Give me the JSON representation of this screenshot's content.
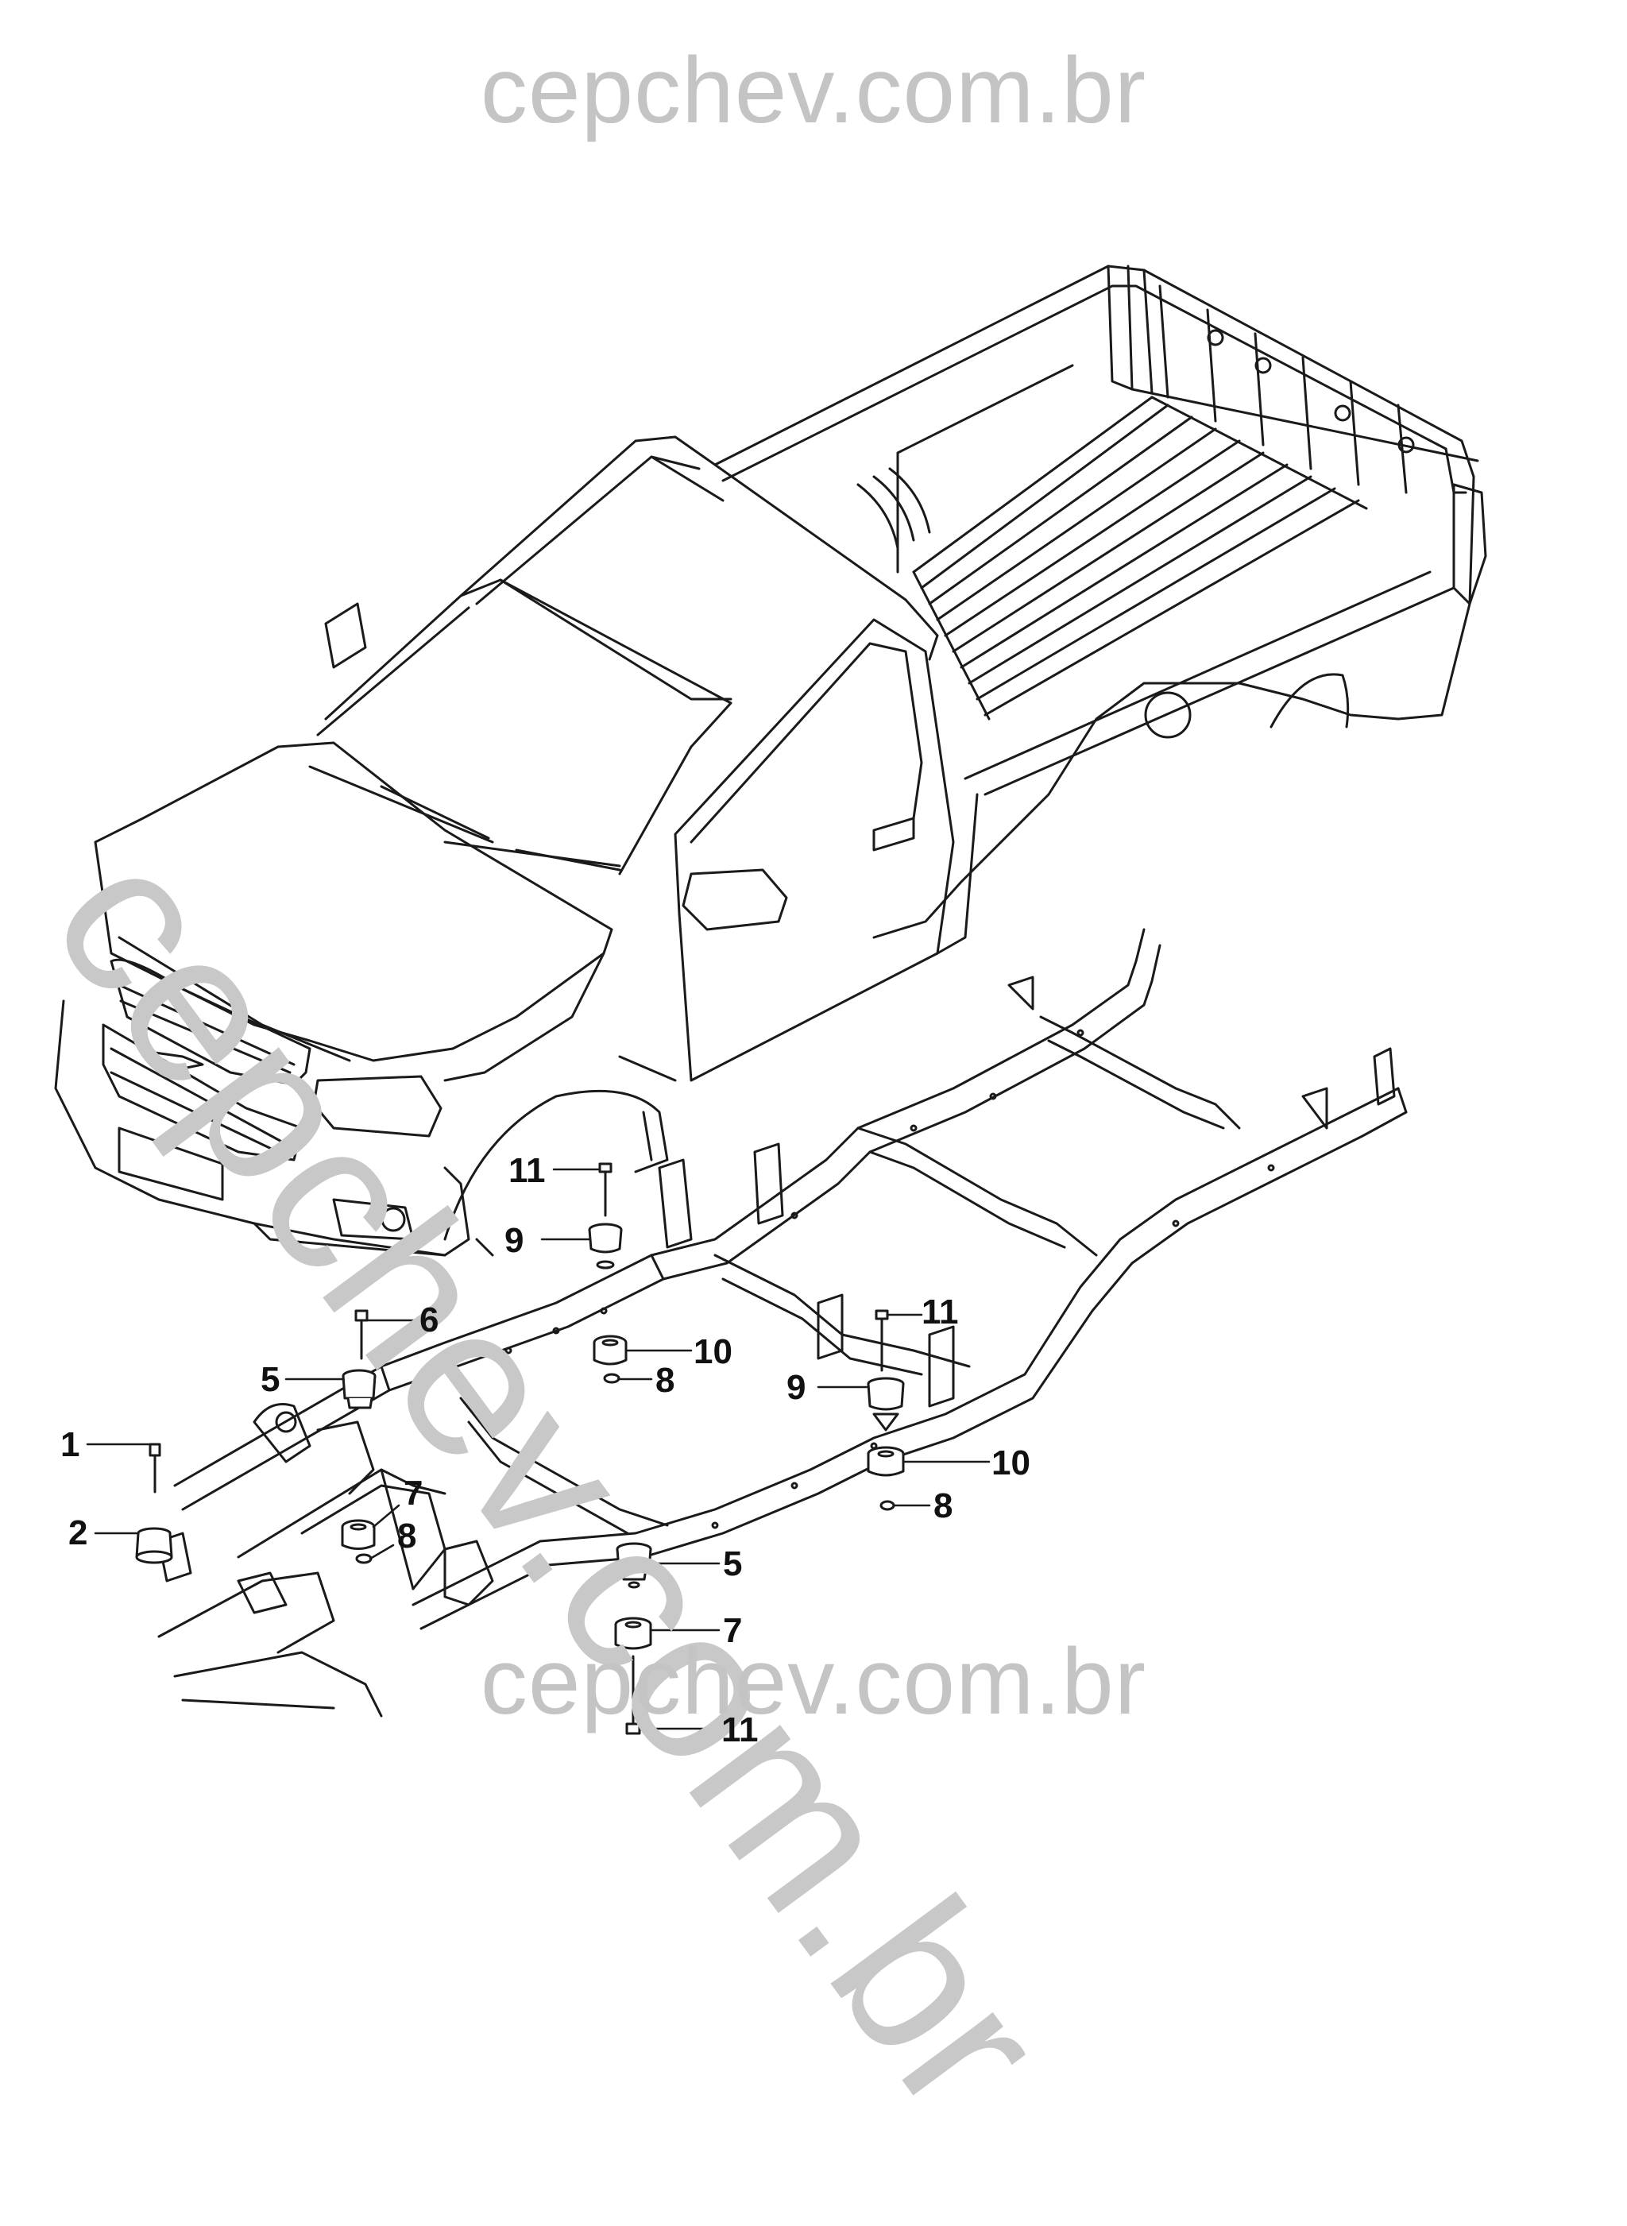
{
  "watermark": {
    "top": "cepchev.com.br",
    "diagonal": "cepchev.com.br",
    "bottom": "cepchev.com.br"
  },
  "callouts": {
    "c1": "1",
    "c2": "2",
    "c5a": "5",
    "c6": "6",
    "c7a": "7",
    "c8a": "8",
    "c9a": "9",
    "c11a": "11",
    "c10a": "10",
    "c8b": "8",
    "c11b": "11",
    "c9b": "9",
    "c10b": "10",
    "c8c": "8",
    "c5b": "5",
    "c7b": "7",
    "c11c": "11"
  }
}
